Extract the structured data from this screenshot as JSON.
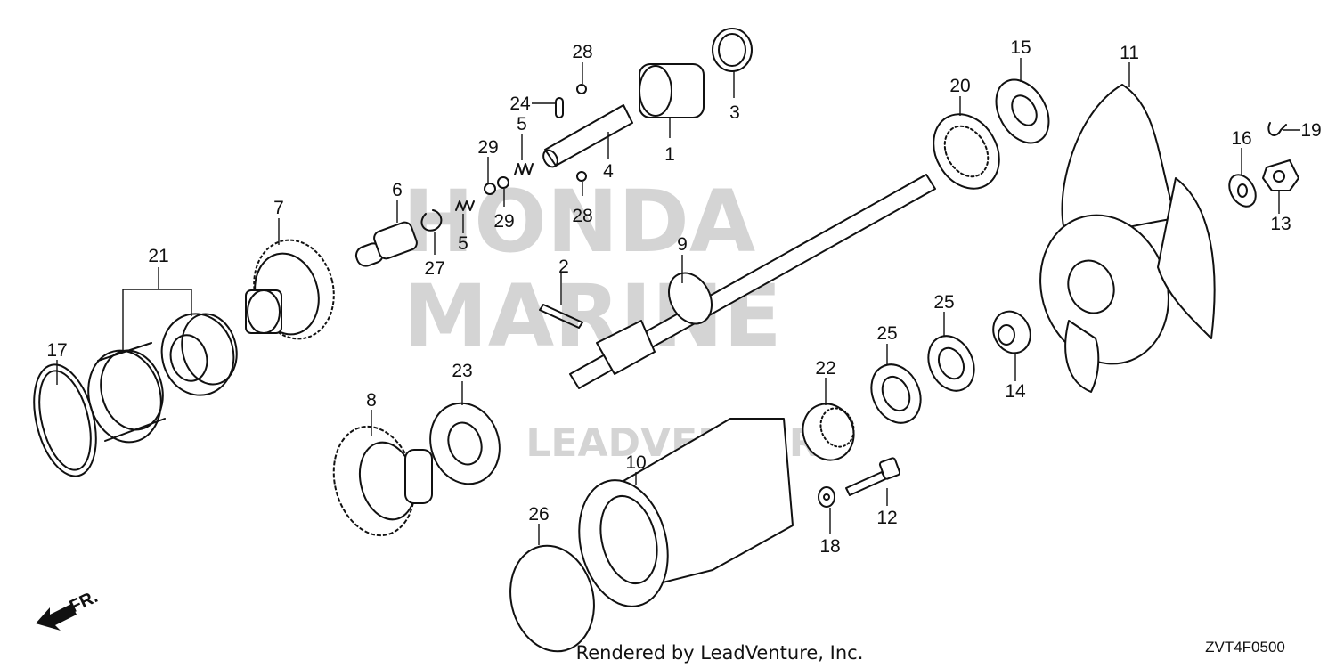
{
  "watermark": {
    "line1": "HONDA",
    "line2": "MARINE",
    "line3": "LEADVENTURE"
  },
  "direction_marker": {
    "label": "FR."
  },
  "callouts": {
    "c1": "1",
    "c2": "2",
    "c3": "3",
    "c4": "4",
    "c5a": "5",
    "c5b": "5",
    "c6": "6",
    "c7": "7",
    "c8": "8",
    "c9": "9",
    "c10": "10",
    "c11": "11",
    "c12": "12",
    "c13": "13",
    "c14": "14",
    "c15": "15",
    "c16": "16",
    "c17": "17",
    "c18": "18",
    "c19": "19",
    "c20": "20",
    "c21": "21",
    "c22": "22",
    "c23": "23",
    "c24": "24",
    "c25a": "25",
    "c25b": "25",
    "c26": "26",
    "c27": "27",
    "c28a": "28",
    "c28b": "28",
    "c29a": "29",
    "c29b": "29"
  },
  "footer": {
    "credit": "Rendered by LeadVenture, Inc.",
    "diagram_code": "ZVT4F0500"
  }
}
